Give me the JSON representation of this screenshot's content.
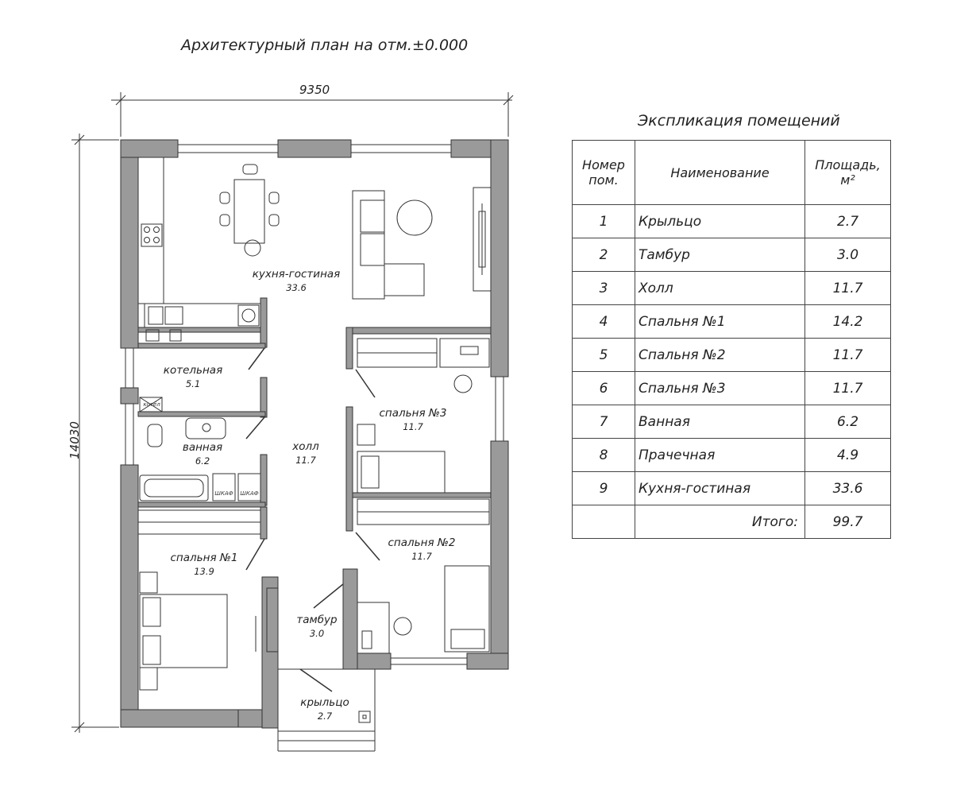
{
  "plan": {
    "title": "Архитектурный план на отм.±0.000",
    "dims": {
      "width": "9350",
      "height": "14030"
    },
    "rooms": [
      {
        "id": "kitchen",
        "name": "кухня-гостиная",
        "area": "33.6"
      },
      {
        "id": "boiler",
        "name": "котельная",
        "area": "5.1"
      },
      {
        "id": "bath",
        "name": "ванная",
        "area": "6.2"
      },
      {
        "id": "hall",
        "name": "холл",
        "area": "11.7"
      },
      {
        "id": "bed3",
        "name": "спальня №3",
        "area": "11.7"
      },
      {
        "id": "bed2",
        "name": "спальня №2",
        "area": "11.7"
      },
      {
        "id": "bed1",
        "name": "спальня №1",
        "area": "13.9"
      },
      {
        "id": "vestibule",
        "name": "тамбур",
        "area": "3.0"
      },
      {
        "id": "porch",
        "name": "крыльцо",
        "area": "2.7"
      }
    ],
    "fixture_labels": {
      "boiler": "котёл",
      "wardrobe1": "ШКАФ",
      "wardrobe2": "ШКАФ"
    }
  },
  "explication": {
    "title": "Экспликация помещений",
    "headers": {
      "num": "Номер пом.",
      "name": "Наименование",
      "area": "Площадь, м²"
    },
    "rows": [
      {
        "num": "1",
        "name": "Крыльцо",
        "area": "2.7"
      },
      {
        "num": "2",
        "name": "Тамбур",
        "area": "3.0"
      },
      {
        "num": "3",
        "name": "Холл",
        "area": "11.7"
      },
      {
        "num": "4",
        "name": "Спальня №1",
        "area": "14.2"
      },
      {
        "num": "5",
        "name": "Спальня №2",
        "area": "11.7"
      },
      {
        "num": "6",
        "name": "Спальня №3",
        "area": "11.7"
      },
      {
        "num": "7",
        "name": "Ванная",
        "area": "6.2"
      },
      {
        "num": "8",
        "name": "Прачечная",
        "area": "4.9"
      },
      {
        "num": "9",
        "name": "Кухня-гостиная",
        "area": "33.6"
      }
    ],
    "total": {
      "label": "Итого:",
      "area": "99.7"
    }
  },
  "colors": {
    "wall": "#9a9a9a",
    "line": "#333333"
  }
}
